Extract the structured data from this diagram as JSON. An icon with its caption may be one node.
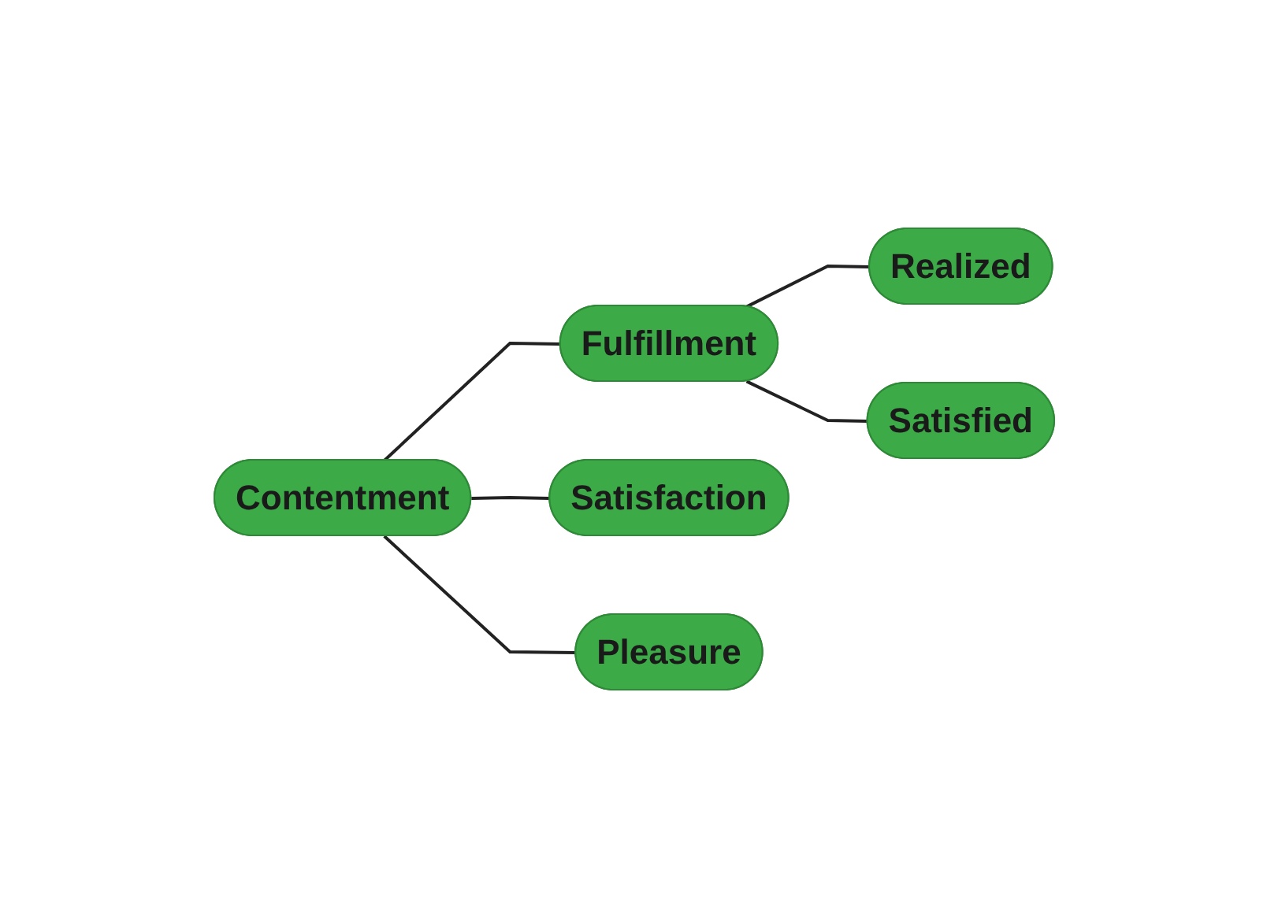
{
  "diagram": {
    "nodes": [
      {
        "text": [
          "Contentment"
        ]
      },
      {
        "text": [
          "Fulfillment"
        ]
      },
      {
        "text": [
          "Realized"
        ]
      },
      {
        "text": [
          "Satisfied"
        ]
      },
      {
        "text": [
          "Satisfaction"
        ]
      },
      {
        "text": [
          "Pleasure"
        ]
      }
    ],
    "edges": [
      {
        "from": 0,
        "to": 1,
        "arrow": "none"
      },
      {
        "from": 1,
        "to": 2,
        "arrow": "none"
      },
      {
        "from": 1,
        "to": 3,
        "arrow": "none"
      },
      {
        "from": 0,
        "to": 4,
        "arrow": "none"
      },
      {
        "from": 0,
        "to": 5,
        "arrow": "none"
      }
    ]
  }
}
